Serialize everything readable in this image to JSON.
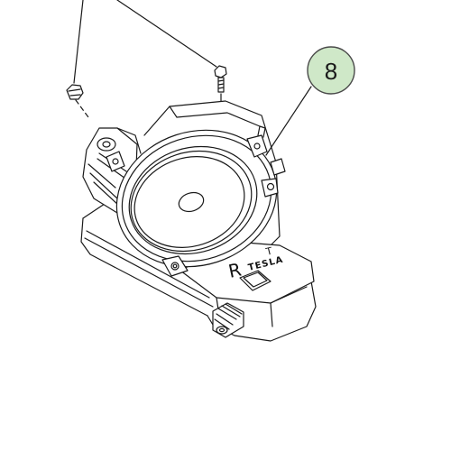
{
  "callout": {
    "number": "8",
    "fill": "#cfe8c8",
    "stroke": "#4a4a4a"
  },
  "part": {
    "brand": "TESLA",
    "side_marker": "R",
    "logo_glyph": "T"
  },
  "colors": {
    "line": "#1a1a1a",
    "background": "#ffffff"
  }
}
